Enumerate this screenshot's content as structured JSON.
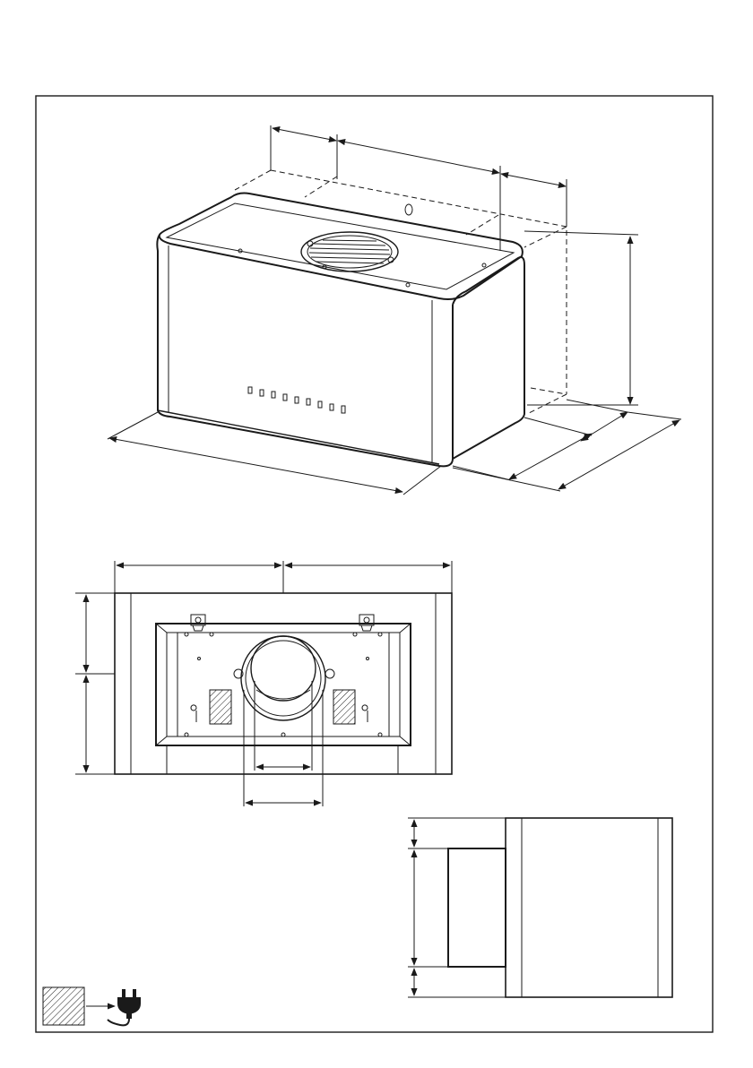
{
  "figure": {
    "views": [
      "perspective-view",
      "bottom-view",
      "side-view"
    ],
    "control_buttons_count": 9,
    "legend_icons": [
      "hatched-area-icon",
      "arrow-icon",
      "power-plug-icon"
    ]
  },
  "colors": {
    "line": "#1a1a1a",
    "background": "#ffffff"
  }
}
